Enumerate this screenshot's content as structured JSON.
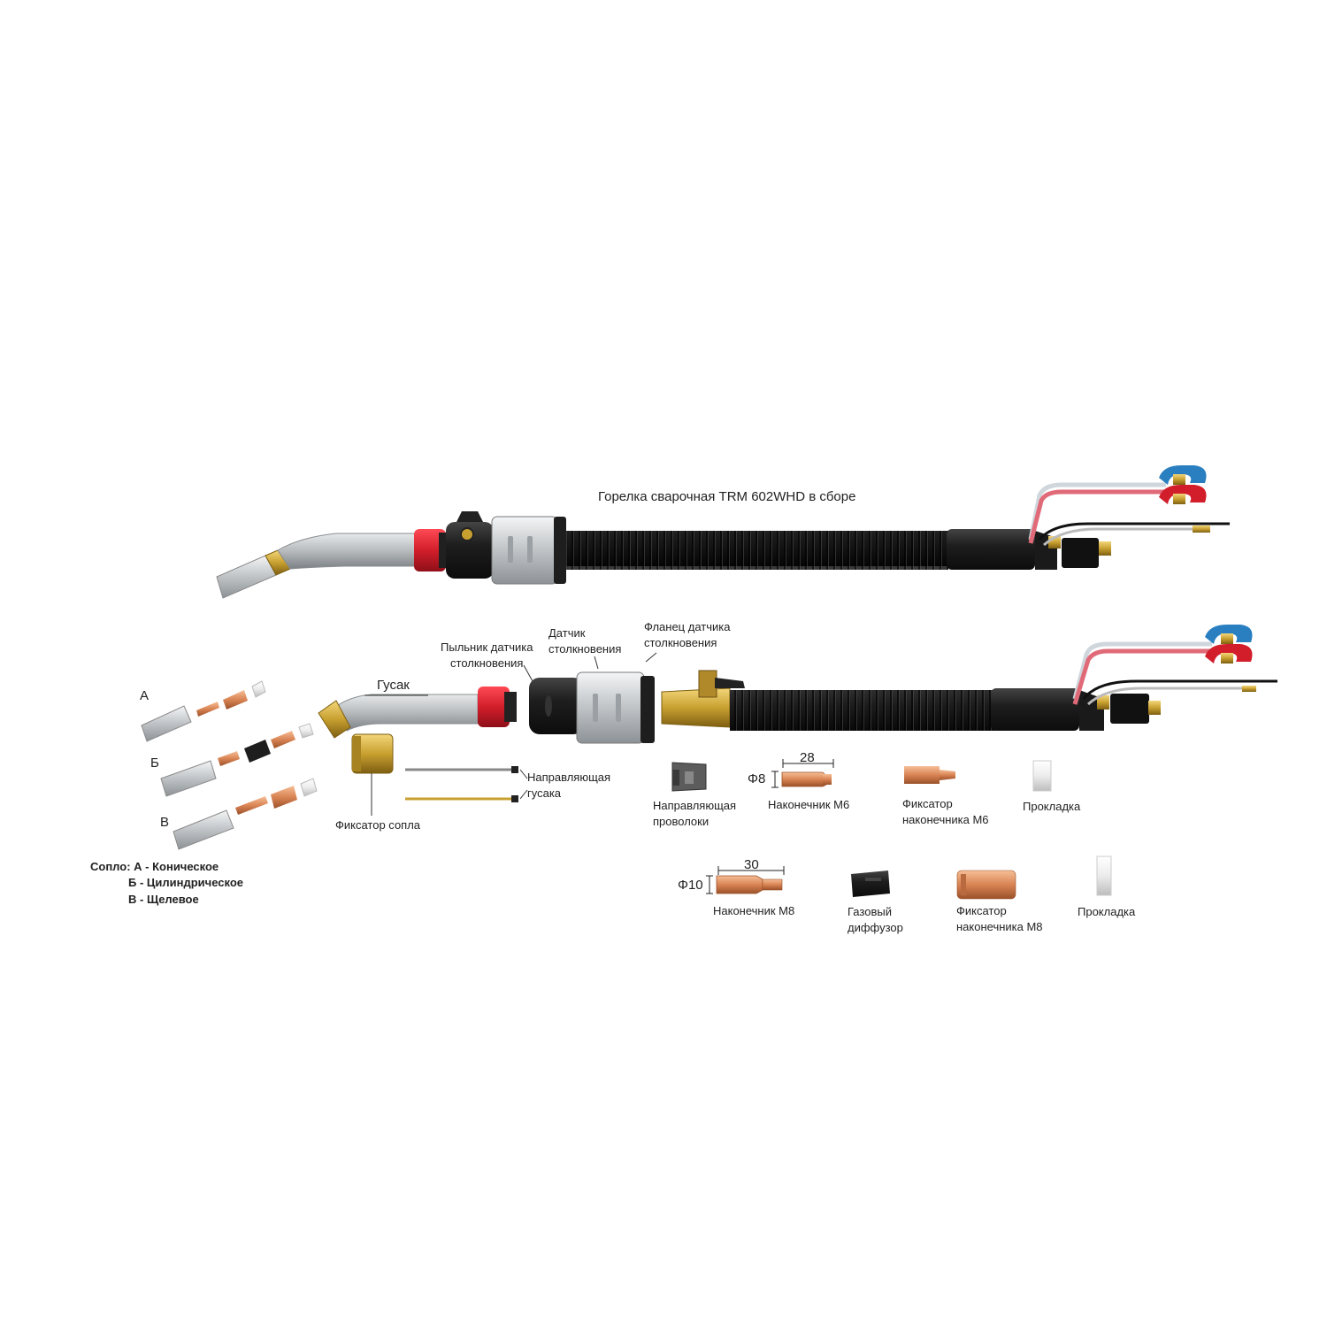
{
  "title": "Горелка сварочная TRM 602WHD в сборе",
  "labels": {
    "gusak": "Гусак",
    "dust_cover_l1": "Пыльник датчика",
    "dust_cover_l2": "столкновения",
    "sensor_l1": "Датчик",
    "sensor_l2": "столкновения",
    "flange_l1": "Фланец датчика",
    "flange_l2": "столкновения",
    "liner_l1": "Направляющая",
    "liner_l2": "гусака",
    "nozzle_fix": "Фиксатор сопла",
    "wire_guide_l1": "Направляющая",
    "wire_guide_l2": "проволоки",
    "tip_m6": "Наконечник М6",
    "tip_m6_dim": "28",
    "tip_m6_dia": "Φ8",
    "holder_m6_l1": "Фиксатор",
    "holder_m6_l2": "наконечника М6",
    "gasket1": "Прокладка",
    "tip_m8": "Наконечник М8",
    "tip_m8_dim": "30",
    "tip_m8_dia": "Φ10",
    "diffuser_l1": "Газовый",
    "diffuser_l2": "диффузор",
    "holder_m8_l1": "Фиксатор",
    "holder_m8_l2": "наконечника М8",
    "gasket2": "Прокладка"
  },
  "nozzle_variants": {
    "a": "А",
    "b": "Б",
    "v": "В"
  },
  "legend": {
    "line1": "Сопло: А - Коническое",
    "line2": "Б - Цилиндрическое",
    "line3": "В - Щелевое"
  },
  "colors": {
    "black_body": "#1e1e1e",
    "red_ring": "#d21e2b",
    "brass": "#c8a030",
    "copper": "#d98454",
    "silver": "#c9cdd0",
    "blue_hose": "#2a7fc0",
    "white_part": "#f2f2f2"
  }
}
